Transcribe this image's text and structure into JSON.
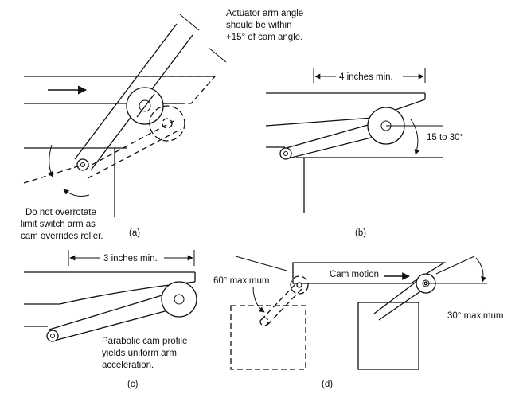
{
  "panel_a": {
    "label": "(a)",
    "note_top": [
      "Actuator arm angle",
      "should be within",
      "+15° of cam angle."
    ],
    "note_bottom": [
      "Do not overrotate",
      "limit switch arm as",
      "cam overrides roller."
    ]
  },
  "panel_b": {
    "label": "(b)",
    "dimension": "4 inches min.",
    "angle": "15 to 30°"
  },
  "panel_c": {
    "label": "(c)",
    "dimension": "3 inches min.",
    "note": [
      "Parabolic cam profile",
      "yields uniform arm",
      "acceleration."
    ]
  },
  "panel_d": {
    "label": "(d)",
    "angle_left": "60° maximum",
    "motion": "Cam motion",
    "angle_right": "30° maximum"
  }
}
